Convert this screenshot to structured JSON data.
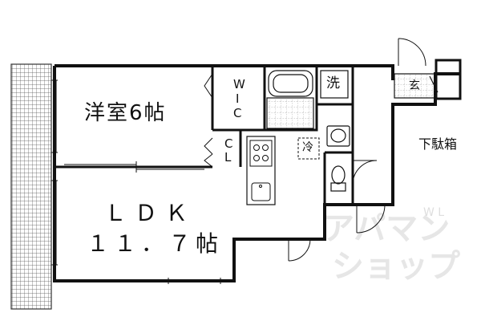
{
  "rooms": {
    "western_room": "洋室6帖",
    "ldk": "ＬＤＫ",
    "ldk_area": "１１．７帖",
    "wic_w": "W",
    "wic_i": "I",
    "wic_c": "C",
    "cl_c": "C",
    "cl_l": "L",
    "laundry": "洗",
    "fridge": "冷",
    "entrance": "玄",
    "shoe_box": "下駄箱"
  },
  "watermark": {
    "line1": "アパマン",
    "line2": "ショップ",
    "small": "W L"
  },
  "colors": {
    "wall": "#111111",
    "balcony_grid": "#444444",
    "watermark": "#e6e6e6"
  },
  "icons": [
    "bathtub-icon",
    "toilet-icon",
    "washbasin-icon",
    "stove-icon",
    "sink-icon"
  ]
}
